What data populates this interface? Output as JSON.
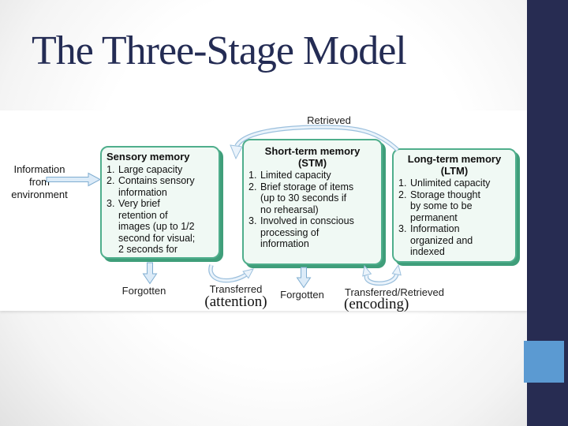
{
  "slide": {
    "title": "The Three-Stage Model",
    "colors": {
      "title_text": "#242c54",
      "sidebar_navy": "#272c52",
      "accent_blue": "#5b9ad2",
      "box_border_teal": "#4fae8c",
      "box_fill_mint": "#f0f9f4",
      "box_shadow_teal": "#3f9e7a",
      "arrow_fill": "#dcebf8",
      "arrow_outline": "#7fadd0"
    }
  },
  "diagram": {
    "input_label": "Information\nfrom\nenvironment",
    "top_arrow_label": "Retrieved",
    "boxes": [
      {
        "title": "Sensory memory",
        "items": [
          {
            "num": "1.",
            "text": "Large capacity"
          },
          {
            "num": "2.",
            "text": "Contains sensory\ninformation"
          },
          {
            "num": "3.",
            "text": "Very brief\nretention of\nimages (up to 1/2\nsecond for visual;\n2 seconds for"
          }
        ]
      },
      {
        "title": "Short-term memory\n(STM)",
        "items": [
          {
            "num": "1.",
            "text": "Limited capacity"
          },
          {
            "num": "2.",
            "text": "Brief storage of items\n(up to 30 seconds if\nno rehearsal)"
          },
          {
            "num": "3.",
            "text": "Involved in conscious\nprocessing of\ninformation"
          }
        ]
      },
      {
        "title": "Long-term memory\n(LTM)",
        "items": [
          {
            "num": "1.",
            "text": "Unlimited capacity"
          },
          {
            "num": "2.",
            "text": "Storage thought\nby some to be\npermanent"
          },
          {
            "num": "3.",
            "text": "Information\norganized and\nindexed"
          }
        ]
      }
    ],
    "bottom_labels": {
      "forgotten_sensory": "Forgotten",
      "transferred": "Transferred",
      "attention_annotation": "(attention)",
      "forgotten_stm": "Forgotten",
      "transferred_retrieved": "Transferred/Retrieved",
      "encoding_annotation": "(encoding)"
    }
  }
}
